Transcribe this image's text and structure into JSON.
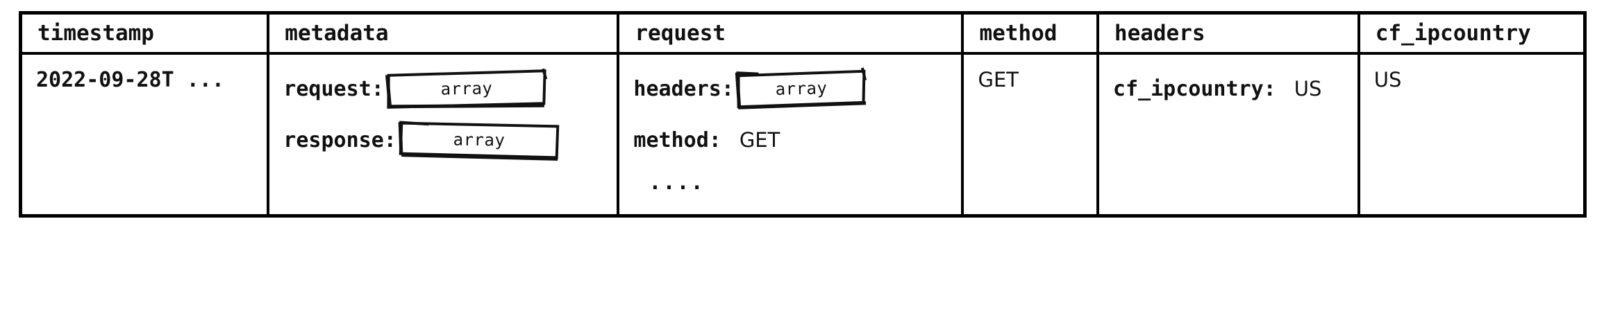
{
  "table": {
    "columns": [
      {
        "key": "timestamp",
        "label": "timestamp"
      },
      {
        "key": "metadata",
        "label": "metadata"
      },
      {
        "key": "request",
        "label": "request"
      },
      {
        "key": "method",
        "label": "method"
      },
      {
        "key": "headers",
        "label": "headers"
      },
      {
        "key": "cf_ipcountry",
        "label": "cf_ipcountry"
      }
    ],
    "rows": [
      {
        "timestamp": {
          "value": "2022-09-28T ..."
        },
        "metadata": {
          "fields": [
            {
              "key": "request:",
              "type": "chip",
              "chip_label": "array"
            },
            {
              "key": "response:",
              "type": "chip",
              "chip_label": "array"
            }
          ]
        },
        "request": {
          "fields": [
            {
              "key": "headers:",
              "type": "chip",
              "chip_label": "array"
            },
            {
              "key": "method:",
              "type": "value",
              "value": "GET"
            },
            {
              "key": "....",
              "type": "ellipsis"
            }
          ]
        },
        "method": {
          "value": "GET"
        },
        "headers": {
          "fields": [
            {
              "key": "cf_ipcountry:",
              "type": "value",
              "value": "US"
            }
          ]
        },
        "cf_ipcountry": {
          "value": "US"
        }
      }
    ]
  },
  "style": {
    "border_color": "#000000",
    "text_color": "#111111",
    "background": "#ffffff",
    "chip_label": "array"
  }
}
